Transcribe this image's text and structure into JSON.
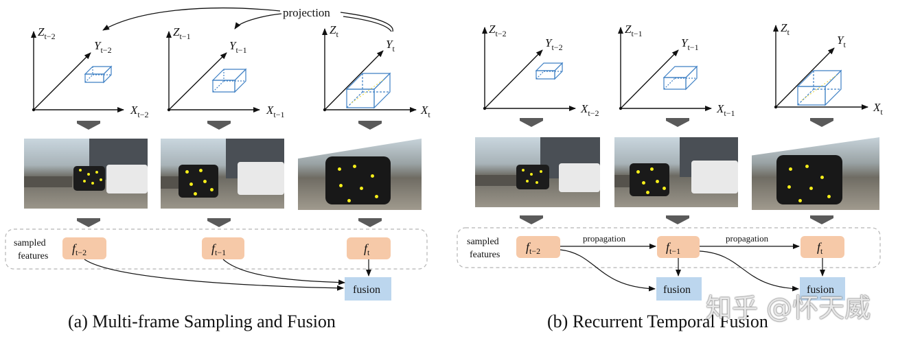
{
  "panel_a": {
    "projection_label": "projection",
    "frames": [
      {
        "z": "Z",
        "zsub": "t−2",
        "y": "Y",
        "ysub": "t−2",
        "x": "X",
        "xsub": "t−2"
      },
      {
        "z": "Z",
        "zsub": "t−1",
        "y": "Y",
        "ysub": "t−1",
        "x": "X",
        "xsub": "t−1"
      },
      {
        "z": "Z",
        "zsub": "t",
        "y": "Y",
        "ysub": "t",
        "x": "X",
        "xsub": "t"
      }
    ],
    "sampled_label_1": "sampled",
    "sampled_label_2": "features",
    "features": [
      {
        "f": "f",
        "sub": "t−2"
      },
      {
        "f": "f",
        "sub": "t−1"
      },
      {
        "f": "f",
        "sub": "t"
      }
    ],
    "fusion_label": "fusion",
    "caption": "(a)  Multi-frame Sampling and Fusion"
  },
  "panel_b": {
    "frames": [
      {
        "z": "Z",
        "zsub": "t−2",
        "y": "Y",
        "ysub": "t−2",
        "x": "X",
        "xsub": "t−2"
      },
      {
        "z": "Z",
        "zsub": "t−1",
        "y": "Y",
        "ysub": "t−1",
        "x": "X",
        "xsub": "t−1"
      },
      {
        "z": "Z",
        "zsub": "t",
        "y": "Y",
        "ysub": "t",
        "x": "X",
        "xsub": "t"
      }
    ],
    "sampled_label_1": "sampled",
    "sampled_label_2": "features",
    "features": [
      {
        "f": "f",
        "sub": "t−2"
      },
      {
        "f": "f",
        "sub": "t−1"
      },
      {
        "f": "f",
        "sub": "t"
      }
    ],
    "propagation_1": "propagation",
    "propagation_2": "propagation",
    "fusion_label_1": "fusion",
    "fusion_label_2": "fusion",
    "caption": "(b)  Recurrent Temporal Fusion"
  },
  "watermark": "知乎 @怀天威",
  "colors": {
    "feature_box": "#f6c9a8",
    "fusion_box": "#bcd6ee",
    "cuboid": "#3d7fc4",
    "arrow_gray": "#5a5a5a",
    "keypoint": "#f5ee1a"
  }
}
